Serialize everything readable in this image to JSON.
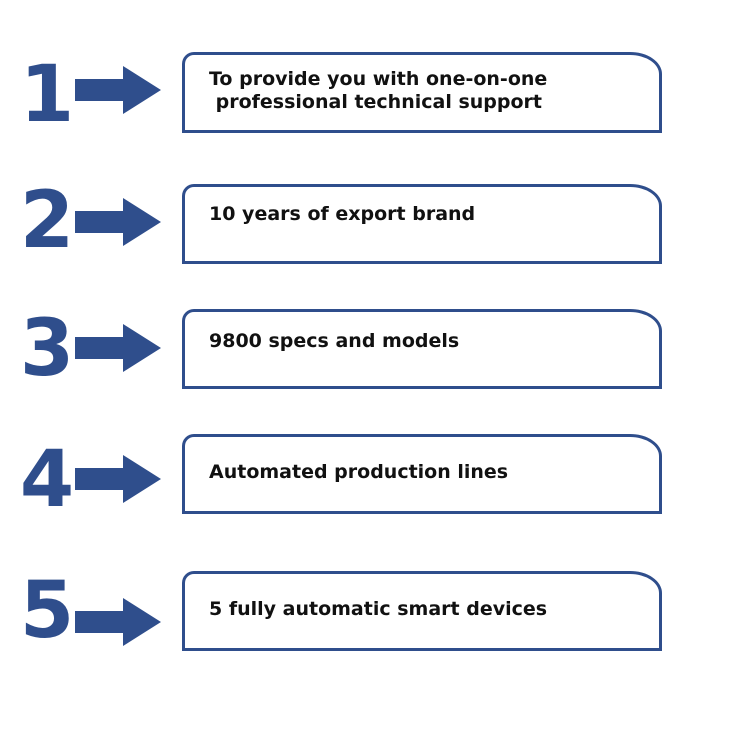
{
  "colors": {
    "accent": "#2f4e8c",
    "text": "#111111",
    "background": "#ffffff"
  },
  "steps": [
    {
      "number": "1",
      "text": "To provide you with one-on-one\n professional technical support"
    },
    {
      "number": "2",
      "text": "10 years of export brand"
    },
    {
      "number": "3",
      "text": "9800 specs and models"
    },
    {
      "number": "4",
      "text": "Automated production lines"
    },
    {
      "number": "5",
      "text": "5 fully automatic smart devices"
    }
  ]
}
